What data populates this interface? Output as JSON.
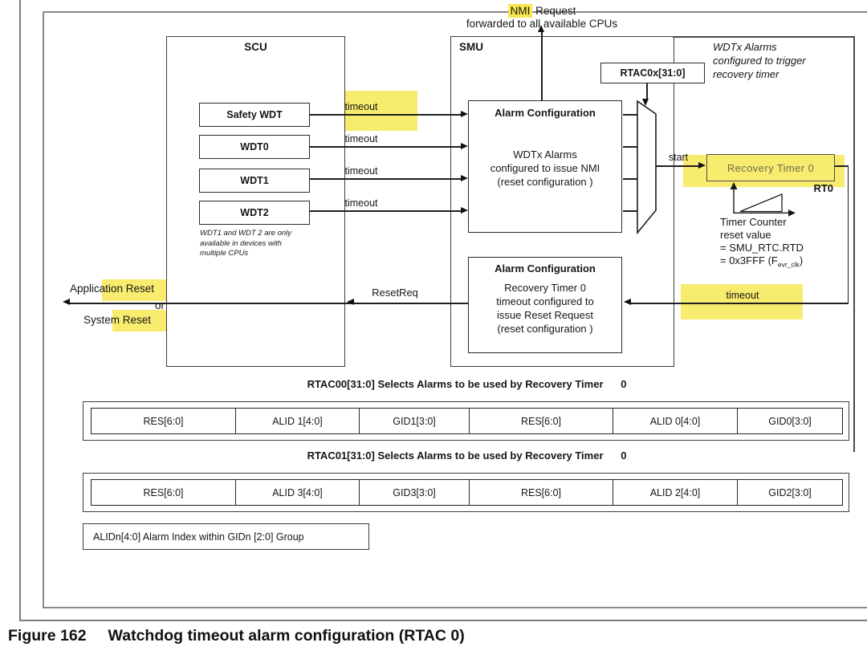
{
  "figure": {
    "caption_label": "Figure 162",
    "caption_title": "Watchdog timeout alarm configuration (RTAC 0)"
  },
  "diagram": {
    "nmi": {
      "highlight": "NMI",
      "rest": " Request",
      "line2": "forwarded to all available CPUs"
    },
    "scu": {
      "label": "SCU",
      "wdts": [
        "Safety WDT",
        "WDT0",
        "WDT1",
        "WDT2"
      ],
      "note": "WDT1 and WDT 2 are only available in devices with multiple CPUs"
    },
    "smu": {
      "label": "SMU"
    },
    "timeouts": [
      "timeout",
      "timeout",
      "timeout",
      "timeout"
    ],
    "alarm_top": {
      "title": "Alarm Configuration",
      "lines": [
        "WDTx Alarms",
        "configured to issue NMI",
        "(reset configuration )"
      ]
    },
    "alarm_bottom": {
      "title": "Alarm Configuration",
      "lines": [
        "Recovery Timer 0",
        "timeout configured to",
        "issue Reset Request",
        "(reset configuration )"
      ]
    },
    "rtac_reg": "RTAC0x[31:0]",
    "rtac_note": {
      "lines": [
        "WDTx Alarms",
        "configured to trigger",
        "recovery timer"
      ]
    },
    "start_label": "start",
    "recovery_timer": "Recovery Timer 0",
    "rt0_label": "RT0",
    "timer_note": {
      "lines": [
        "Timer Counter",
        "reset value",
        "= SMU_RTC.RTD"
      ],
      "eq_pre": "= 0x3FFF (F",
      "eq_sub": "evr_clk",
      "eq_post": ")"
    },
    "feedback_timeout": "timeout",
    "resetreq": "ResetReq",
    "app_reset": {
      "line1": "Application Reset",
      "line2": "or",
      "line3": "System Reset"
    }
  },
  "tables": [
    {
      "header": "RTAC00[31:0] Selects Alarms to be used by Recovery Timer      0",
      "cells": [
        "RES[6:0]",
        "ALID 1[4:0]",
        "GID1[3:0]",
        "RES[6:0]",
        "ALID 0[4:0]",
        "GID0[3:0]"
      ]
    },
    {
      "header": "RTAC01[31:0] Selects Alarms to be used by Recovery Timer      0",
      "cells": [
        "RES[6:0]",
        "ALID 3[4:0]",
        "GID3[3:0]",
        "RES[6:0]",
        "ALID 2[4:0]",
        "GID2[3:0]"
      ]
    }
  ],
  "alid_note": "ALIDn[4:0] Alarm Index within GIDn [2:0] Group",
  "colors": {
    "highlight": "#f6e84e",
    "line": "#1f1f1f",
    "frame_gray": "#8a8a8a"
  }
}
